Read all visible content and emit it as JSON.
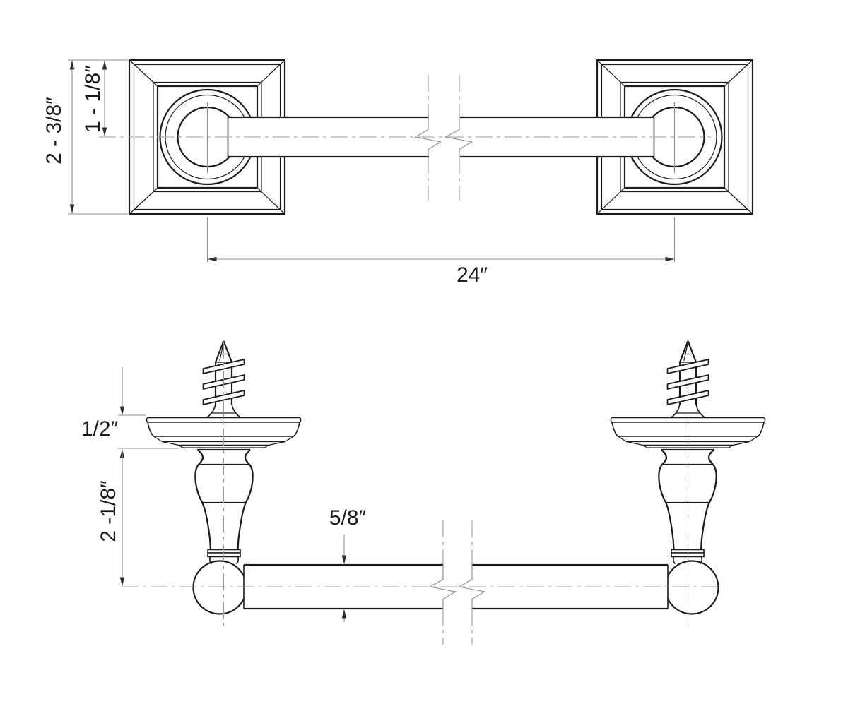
{
  "drawing": {
    "front_view": {
      "dim_plate_height": "2 - 3/8″",
      "dim_center_drop": "1 - 1/8″",
      "dim_length": "24″"
    },
    "side_view": {
      "dim_plate_thickness": "1/2″",
      "dim_projection": "2 -1/8″",
      "dim_bar_diameter": "5/8″"
    }
  },
  "colors": {
    "background": "#ffffff",
    "line": "#1b1b1b",
    "centerline": "#9c9c9c",
    "dimension": "#8d8d8d",
    "arrow": "#2e2e2e",
    "text": "#1b1b1b"
  }
}
